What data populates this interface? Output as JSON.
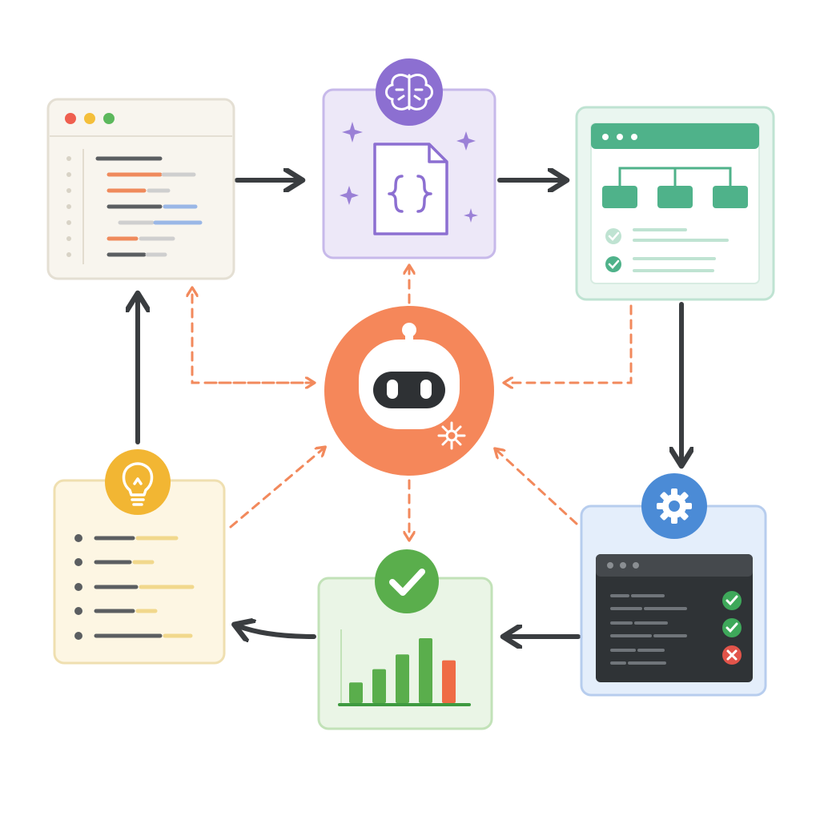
{
  "colors": {
    "page_bg": "#ffffff",
    "arrow_dark": "#3a3d40",
    "arrow_dashed": "#f2895c",
    "hub": "#f5875a",
    "hub_face": "#ffffff",
    "hub_eye_panel": "#2e3134",
    "code_window_bg": "#f8f5ee",
    "code_window_border": "#e4dfd3",
    "purple_bg": "#ede8f8",
    "purple_border": "#c7b9ea",
    "purple_accent": "#8c6fd1",
    "teal_bg": "#eaf6f0",
    "teal_border": "#bfe3d2",
    "teal_accent": "#4fb28a",
    "blue_bg": "#e4eefb",
    "blue_border": "#b7cdee",
    "blue_accent": "#4b8bd6",
    "terminal_bg": "#2f3336",
    "green_bg": "#eaf5e6",
    "green_border": "#c2e2b8",
    "green_accent": "#5aae4c",
    "bar_red": "#ef6b45",
    "yellow_bg": "#fdf6e3",
    "yellow_border": "#efdfb0",
    "yellow_accent": "#f2b633",
    "orange_line": "#ef8a5c",
    "gray_line": "#5b5e61",
    "light_gray_line": "#cfcfcf",
    "blue_line": "#9ab7e6",
    "check_green": "#3ea85a",
    "cross_red": "#e2544a"
  },
  "nodes": [
    {
      "id": "code-editor",
      "icon": "code-editor-window"
    },
    {
      "id": "ai-schema",
      "icon": "brain-icon",
      "content_icon": "json-file-icon"
    },
    {
      "id": "structure-view",
      "icon": "browser-window",
      "content_icon": "hierarchy-icon"
    },
    {
      "id": "test-runner",
      "icon": "gear-icon",
      "content_icon": "terminal-window"
    },
    {
      "id": "results",
      "icon": "checkmark-icon",
      "content_icon": "bar-chart-icon"
    },
    {
      "id": "ideas",
      "icon": "lightbulb-icon",
      "content_icon": "bullet-list-icon"
    }
  ],
  "hub": {
    "icon": "robot-icon",
    "badge_icon": "sparkle-gear-icon"
  },
  "results_chart": {
    "bars": [
      0.28,
      0.46,
      0.66,
      0.88,
      0.58
    ],
    "bar_colors": [
      "green",
      "green",
      "green",
      "green",
      "red"
    ]
  },
  "test_results": [
    "pass",
    "pass",
    "fail"
  ]
}
